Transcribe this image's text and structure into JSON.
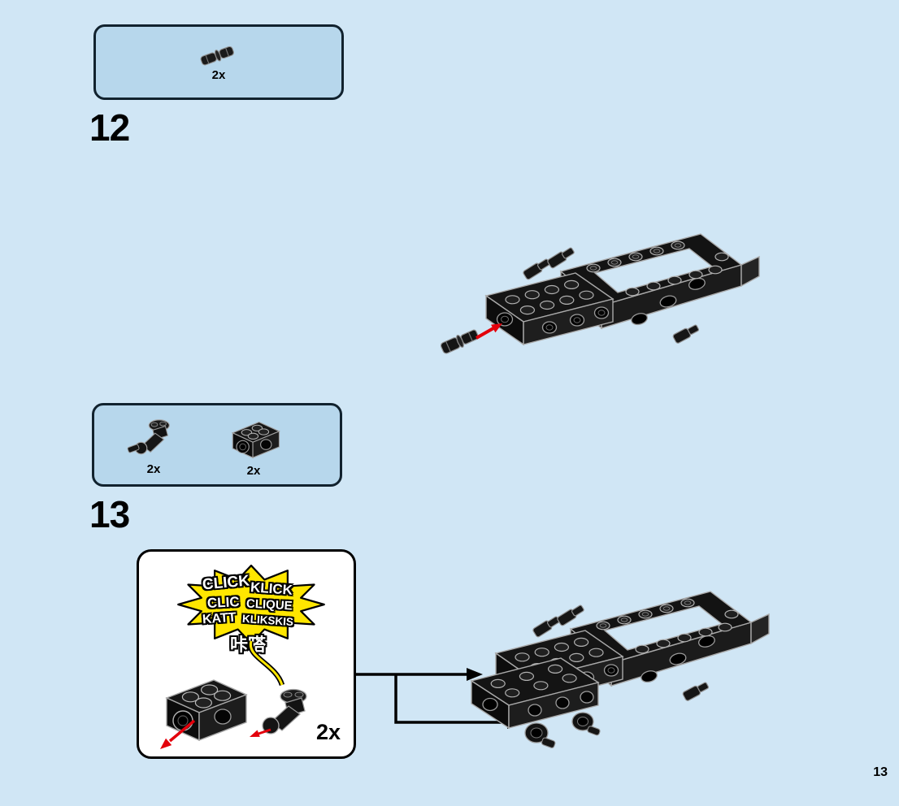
{
  "page": {
    "number": "13"
  },
  "colors": {
    "background": "#d0e6f5",
    "parts_box_fill": "#b7d7ec",
    "parts_box_border": "#11222e",
    "callout_fill": "#ffffff",
    "arrow_red": "#e3000b",
    "burst_yellow": "#ffe600",
    "brick_black": "#141414"
  },
  "step12": {
    "number": "12",
    "parts": [
      {
        "name": "technic-pin",
        "count": "2x"
      }
    ]
  },
  "step13": {
    "number": "13",
    "parts": [
      {
        "name": "steering-knuckle",
        "count": "2x"
      },
      {
        "name": "socket-brick",
        "count": "2x"
      }
    ],
    "callout": {
      "words": [
        "CLICK",
        "KLICK",
        "CLIC",
        "CLIQUE",
        "KATT",
        "KLIKSKIS"
      ],
      "cjk": "咔嗒",
      "count": "2x"
    }
  }
}
